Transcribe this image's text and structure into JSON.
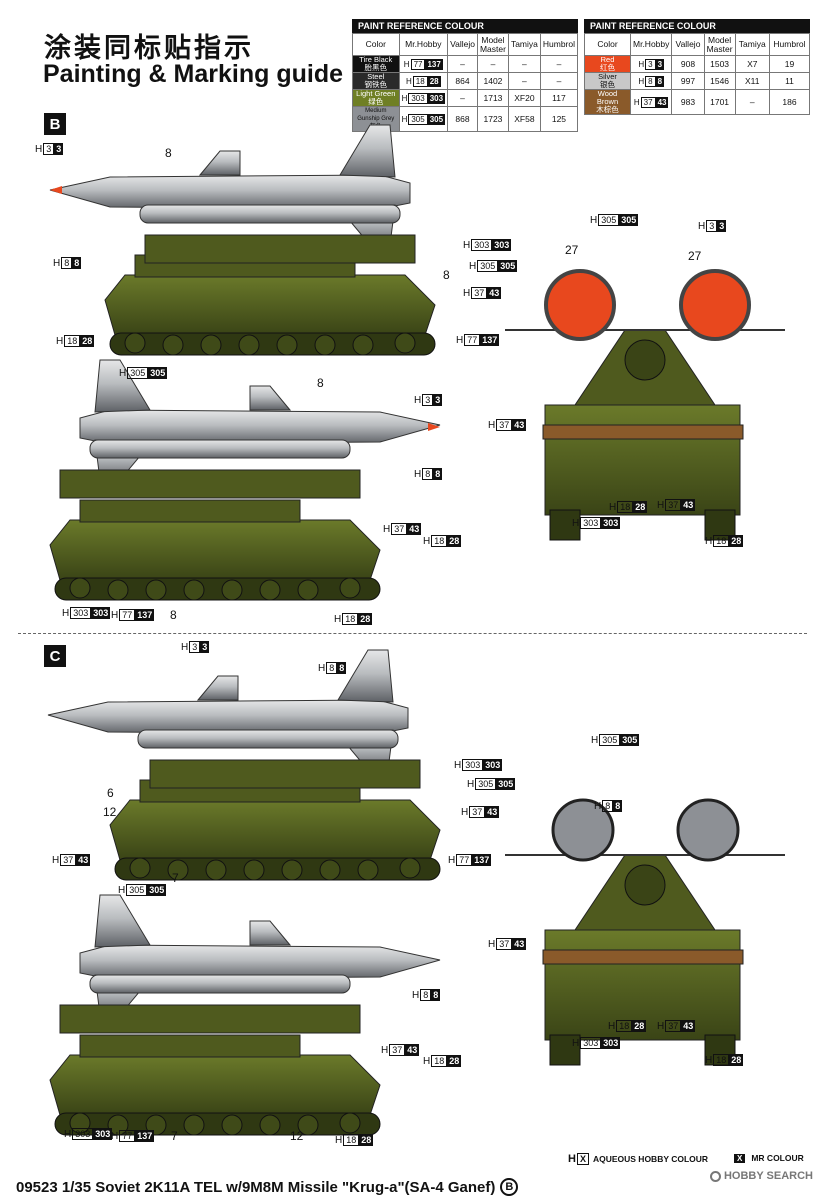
{
  "header": {
    "title_cn": "涂装同标贴指示",
    "title_en": "Painting & Marking guide"
  },
  "table_left": {
    "caption": "PAINT REFERENCE COLOUR",
    "headers": [
      "Color",
      "Mr.Hobby",
      "Vallejo",
      "Model Master",
      "Tamiya",
      "Humbrol"
    ],
    "rows": [
      {
        "name": "Tire Black",
        "name_cn": "胎黑色",
        "bg": "#111111",
        "fg": "#ffffff",
        "code": "77",
        "mr": "137",
        "vallejo": "–",
        "mm": "–",
        "tamiya": "–",
        "humbrol": "–"
      },
      {
        "name": "Steel",
        "name_cn": "钢铁色",
        "bg": "#2a2a2a",
        "fg": "#ffffff",
        "code": "18",
        "mr": "28",
        "vallejo": "864",
        "mm": "1402",
        "tamiya": "–",
        "humbrol": "–"
      },
      {
        "name": "Light Green",
        "name_cn": "绿色",
        "bg": "#6f7f24",
        "fg": "#ffffff",
        "code": "303",
        "mr": "303",
        "vallejo": "–",
        "mm": "1713",
        "tamiya": "XF20",
        "humbrol": "117"
      },
      {
        "name": "Medium Gunship Grey",
        "name_cn": "灰色",
        "bg": "#8d9095",
        "fg": "#111111",
        "code": "305",
        "mr": "305",
        "vallejo": "868",
        "mm": "1723",
        "tamiya": "XF58",
        "humbrol": "125"
      }
    ]
  },
  "table_right": {
    "caption": "PAINT REFERENCE COLOUR",
    "headers": [
      "Color",
      "Mr.Hobby",
      "Vallejo",
      "Model Master",
      "Tamiya",
      "Humbrol"
    ],
    "rows": [
      {
        "name": "Red",
        "name_cn": "红色",
        "bg": "#e8481e",
        "fg": "#ffffff",
        "code": "3",
        "mr": "3",
        "vallejo": "908",
        "mm": "1503",
        "tamiya": "X7",
        "humbrol": "19"
      },
      {
        "name": "Silver",
        "name_cn": "银色",
        "bg": "#c8c8c8",
        "fg": "#111111",
        "code": "8",
        "mr": "8",
        "vallejo": "997",
        "mm": "1546",
        "tamiya": "X11",
        "humbrol": "11"
      },
      {
        "name": "Wood Brown",
        "name_cn": "木棕色",
        "bg": "#8a5a2a",
        "fg": "#ffffff",
        "code": "37",
        "mr": "43",
        "vallejo": "983",
        "mm": "1701",
        "tamiya": "–",
        "humbrol": "186"
      }
    ]
  },
  "sections": {
    "b": "B",
    "c": "C"
  },
  "callouts": {
    "b_nose_tip": [
      "3",
      "3"
    ],
    "b_nose_body": [
      "8",
      "8"
    ],
    "b_upper_frame": [
      "303",
      "303"
    ],
    "b_launcher": [
      "305",
      "305"
    ],
    "b_hull": [
      "37",
      "43"
    ],
    "b_track": [
      "18",
      "28"
    ],
    "b_wheel": [
      "77",
      "137"
    ],
    "b2_fin": [
      "305",
      "305"
    ],
    "b2_tip": [
      "3",
      "3"
    ],
    "b2_body": [
      "8",
      "8"
    ],
    "b2_hull": [
      "37",
      "43"
    ],
    "b2_track": [
      "18",
      "28"
    ],
    "b2_green": [
      "303",
      "303"
    ],
    "b2_wheel": [
      "77",
      "137"
    ],
    "b2_lower_track": [
      "18",
      "28"
    ],
    "br_top": [
      "305",
      "305"
    ],
    "br_tip": [
      "3",
      "3"
    ],
    "br_hull": [
      "37",
      "43"
    ],
    "br_track_l": [
      "18",
      "28"
    ],
    "br_hull2": [
      "37",
      "43"
    ],
    "br_green": [
      "303",
      "303"
    ],
    "br_track_r": [
      "18",
      "28"
    ],
    "c_tip": [
      "3",
      "3"
    ],
    "c_body": [
      "8",
      "8"
    ],
    "c_frame": [
      "303",
      "303"
    ],
    "c_launcher": [
      "305",
      "305"
    ],
    "c_hull_r": [
      "37",
      "43"
    ],
    "c_hull_l": [
      "37",
      "43"
    ],
    "c_wheel": [
      "77",
      "137"
    ],
    "c2_fin": [
      "305",
      "305"
    ],
    "c2_body": [
      "8",
      "8"
    ],
    "c2_hull": [
      "37",
      "43"
    ],
    "c2_track": [
      "18",
      "28"
    ],
    "c2_green": [
      "303",
      "303"
    ],
    "c2_wheel": [
      "77",
      "137"
    ],
    "c2_lower_track": [
      "18",
      "28"
    ],
    "cr_top": [
      "305",
      "305"
    ],
    "cr_tip": [
      "8",
      "8"
    ],
    "cr_hull": [
      "37",
      "43"
    ],
    "cr_track_l": [
      "18",
      "28"
    ],
    "cr_hull2": [
      "37",
      "43"
    ],
    "cr_green": [
      "303",
      "303"
    ],
    "cr_track_r": [
      "18",
      "28"
    ]
  },
  "markers": {
    "b_m1": "8",
    "b_m2": "8",
    "b2_m1": "8",
    "b2_m2": "8",
    "br_m1": "27",
    "br_m2": "27",
    "c_m1": "6",
    "c_m2": "12",
    "c_m3": "7",
    "c2_m1": "7",
    "c2_m2": "12"
  },
  "legend": {
    "aqueous_h": "H",
    "aqueous_x": "X",
    "aqueous_label": "AQUEOUS HOBBY COLOUR",
    "mr_x": "X",
    "mr_label": "MR COLOUR"
  },
  "watermark": "HOBBY SEARCH",
  "footer": {
    "text": "09523 1/35 Soviet 2K11A  TEL w/9M8M Missile \"Krug-a\"(SA-4 Ganef)",
    "sheet": "B"
  },
  "colors": {
    "olive": "#4f5a1e",
    "olive_dark": "#2f3812",
    "missile": "#b9bcbf",
    "missile_dark": "#6d7075",
    "red": "#e8481e"
  }
}
